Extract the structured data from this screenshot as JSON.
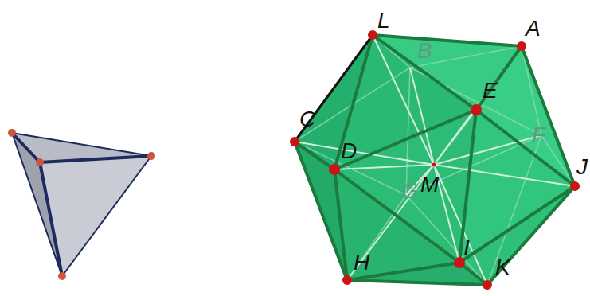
{
  "diagram": {
    "labels": [
      "L",
      "A",
      "B",
      "E",
      "C",
      "D",
      "M",
      "J",
      "F",
      "G",
      "H",
      "I",
      "K"
    ]
  }
}
